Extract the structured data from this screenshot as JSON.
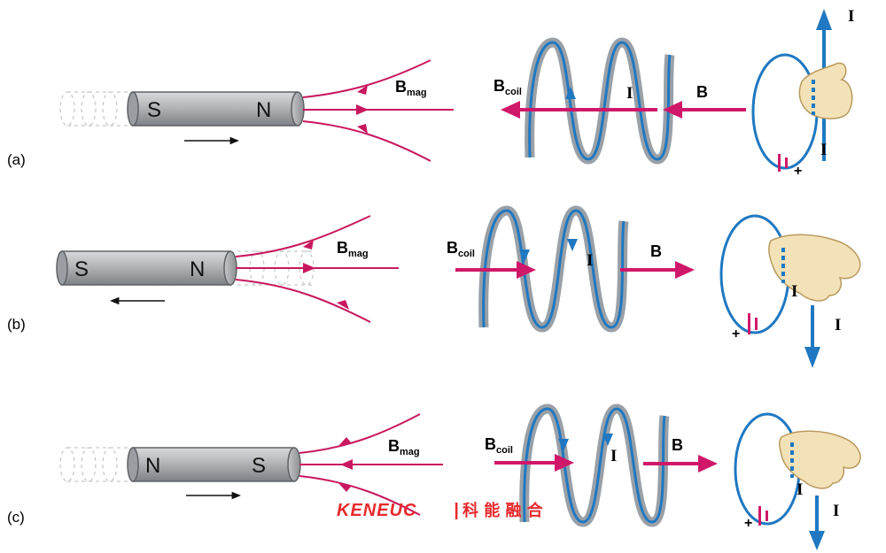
{
  "panels": [
    {
      "label": "(a)",
      "magnet_left": "S",
      "magnet_right": "N",
      "b_mag": "B",
      "b_mag_sub": "mag",
      "b_coil": "B",
      "b_coil_sub": "coil",
      "coil_current": "I",
      "b_field": "B",
      "hand_current_top": "I",
      "hand_current_bottom": "I",
      "battery_sign": "+"
    },
    {
      "label": "(b)",
      "magnet_left": "S",
      "magnet_right": "N",
      "b_mag": "B",
      "b_mag_sub": "mag",
      "b_coil": "B",
      "b_coil_sub": "coil",
      "coil_current": "I",
      "b_field": "B",
      "hand_current_top": "I",
      "hand_current_bottom": "I",
      "battery_sign": "+"
    },
    {
      "label": "(c)",
      "magnet_left": "N",
      "magnet_right": "S",
      "b_mag": "B",
      "b_mag_sub": "mag",
      "b_coil": "B",
      "b_coil_sub": "coil",
      "coil_current": "I",
      "b_field": "B",
      "hand_current_top": "I",
      "hand_current_bottom": "I",
      "battery_sign": "+"
    }
  ],
  "watermark": {
    "brand": "KENEUC",
    "separator": "|",
    "chinese": "科 能 融 合"
  },
  "colors": {
    "field_line": "#c8185f",
    "arrow_magenta": "#d0186a",
    "current_blue": "#1f78c1",
    "coil_gray": "#9aa0a6",
    "magnet_body": "#a9abaf",
    "hand_skin": "#f3e2b8",
    "watermark_red": "#e8292c"
  }
}
